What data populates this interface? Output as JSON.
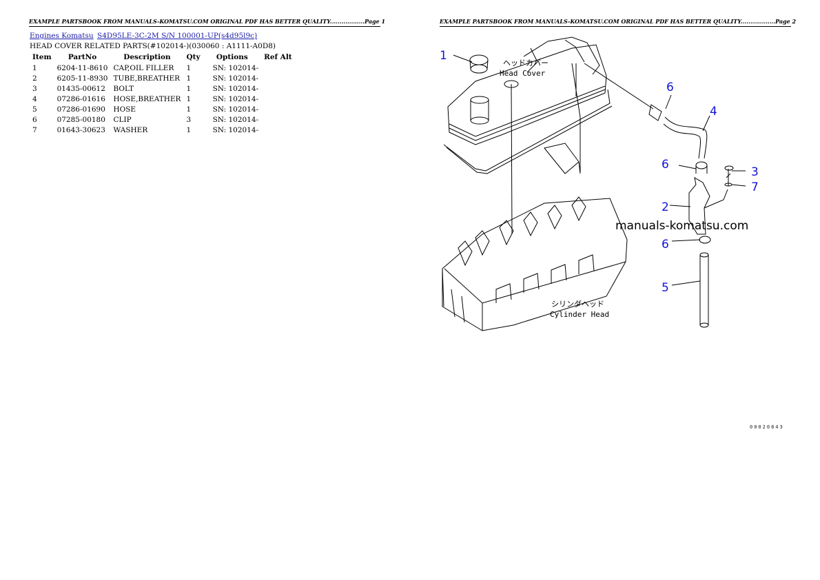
{
  "header": {
    "page1": "EXAMPLE PARTSBOOK FROM MANUALS-KOMATSU.COM ORIGINAL PDF HAS BETTER QUALITY..................Page 1",
    "page2": "EXAMPLE PARTSBOOK FROM MANUALS-KOMATSU.COM ORIGINAL PDF HAS BETTER QUALITY..................Page 2"
  },
  "breadcrumb": {
    "link1": "Engines Komatsu",
    "link2": "S4D95LE-3C-2M S/N 100001-UP(s4d95l9c)"
  },
  "section_title": "HEAD COVER RELATED PARTS(#102014-)(030060 : A1111-A0D8)",
  "table": {
    "headers": [
      "Item",
      "PartNo",
      "Description",
      "Qty",
      "Options",
      "Ref Alt"
    ],
    "rows": [
      {
        "item": "1",
        "partno": "6204-11-8610",
        "desc": "CAP,OIL FILLER",
        "qty": "1",
        "options": "SN: 102014-",
        "ref": ""
      },
      {
        "item": "2",
        "partno": "6205-11-8930",
        "desc": "TUBE,BREATHER",
        "qty": "1",
        "options": "SN: 102014-",
        "ref": ""
      },
      {
        "item": "3",
        "partno": "01435-00612",
        "desc": "BOLT",
        "qty": "1",
        "options": "SN: 102014-",
        "ref": ""
      },
      {
        "item": "4",
        "partno": "07286-01616",
        "desc": "HOSE,BREATHER",
        "qty": "1",
        "options": "SN: 102014-",
        "ref": ""
      },
      {
        "item": "5",
        "partno": "07286-01690",
        "desc": "HOSE",
        "qty": "1",
        "options": "SN: 102014-",
        "ref": ""
      },
      {
        "item": "6",
        "partno": "07285-00180",
        "desc": "CLIP",
        "qty": "3",
        "options": "SN: 102014-",
        "ref": ""
      },
      {
        "item": "7",
        "partno": "01643-30623",
        "desc": "WASHER",
        "qty": "1",
        "options": "SN: 102014-",
        "ref": ""
      }
    ]
  },
  "diagram": {
    "callouts": [
      "1",
      "6",
      "4",
      "6",
      "3",
      "7",
      "2",
      "6",
      "5"
    ],
    "labels": {
      "head_cover_jp": "ヘッドカバー",
      "head_cover": "Head Cover",
      "cylinder_head_jp": "シリンダヘッド",
      "cylinder_head": "Cylinder Head"
    },
    "watermark": "manuals-komatsu.com",
    "drawing_code": "00020843",
    "top_code": "  "
  }
}
